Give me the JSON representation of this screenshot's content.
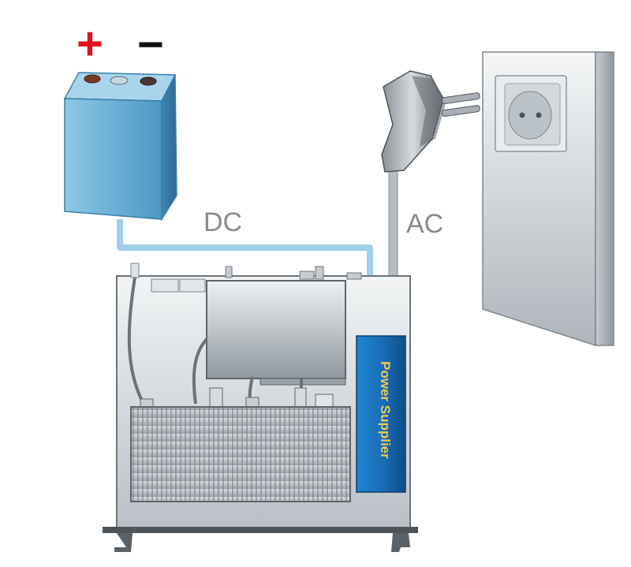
{
  "labels": {
    "plus": "+",
    "minus": "−",
    "dc": "DC",
    "ac": "AC",
    "power_supplier": "Power Supplier"
  },
  "colors": {
    "plus_sign": "#e0141c",
    "minus_sign": "#111111",
    "dc_wire": "#9ed0ea",
    "ac_cable": "#b8bcc0",
    "battery": "#6fb3d8",
    "power_supplier": "#1a6fb8",
    "label_text": "#8a8a8a",
    "power_supplier_text": "#f2c94c"
  },
  "icons": {
    "battery": "battery-icon",
    "plug": "power-plug-icon",
    "socket": "wall-socket-icon",
    "chassis": "equipment-chassis-icon"
  }
}
